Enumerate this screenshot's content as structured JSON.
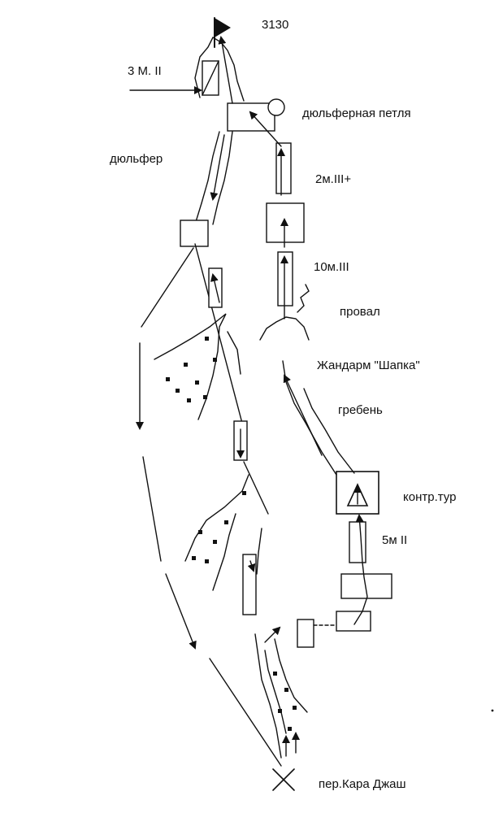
{
  "labels": {
    "summit": "3130",
    "pitch_top": "3 М. II",
    "rappel_loop": "дюльферная петля",
    "rappel": "дюльфер",
    "pitch_upper": "2м.III+",
    "pitch_middle": "10м.III",
    "gap": "провал",
    "gendarme": "Жандарм \"Шапка\"",
    "ridge": "гребень",
    "control_cairn": "контр.тур",
    "pitch_lower": "5м II",
    "pass": "пер.Кара Джаш"
  },
  "colors": {
    "ink": "#111111",
    "background": "#ffffff"
  }
}
